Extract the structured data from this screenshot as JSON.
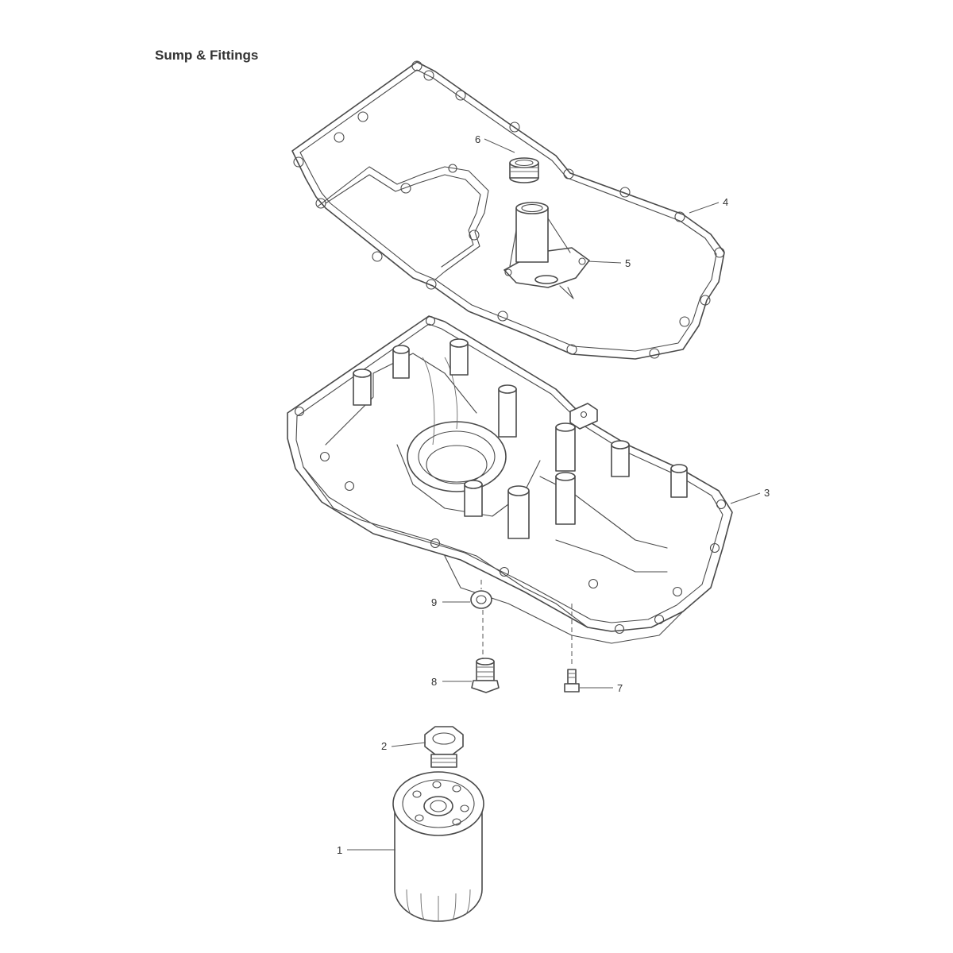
{
  "title": "Sump & Fittings",
  "callouts": [
    {
      "num": "1",
      "part": "oil-filter"
    },
    {
      "num": "2",
      "part": "filter-adaptor"
    },
    {
      "num": "3",
      "part": "sump"
    },
    {
      "num": "4",
      "part": "sump-gasket"
    },
    {
      "num": "5",
      "part": "oil-pickup"
    },
    {
      "num": "6",
      "part": "plug"
    },
    {
      "num": "7",
      "part": "bolt"
    },
    {
      "num": "8",
      "part": "drain-plug"
    },
    {
      "num": "9",
      "part": "sealing-washer"
    }
  ]
}
